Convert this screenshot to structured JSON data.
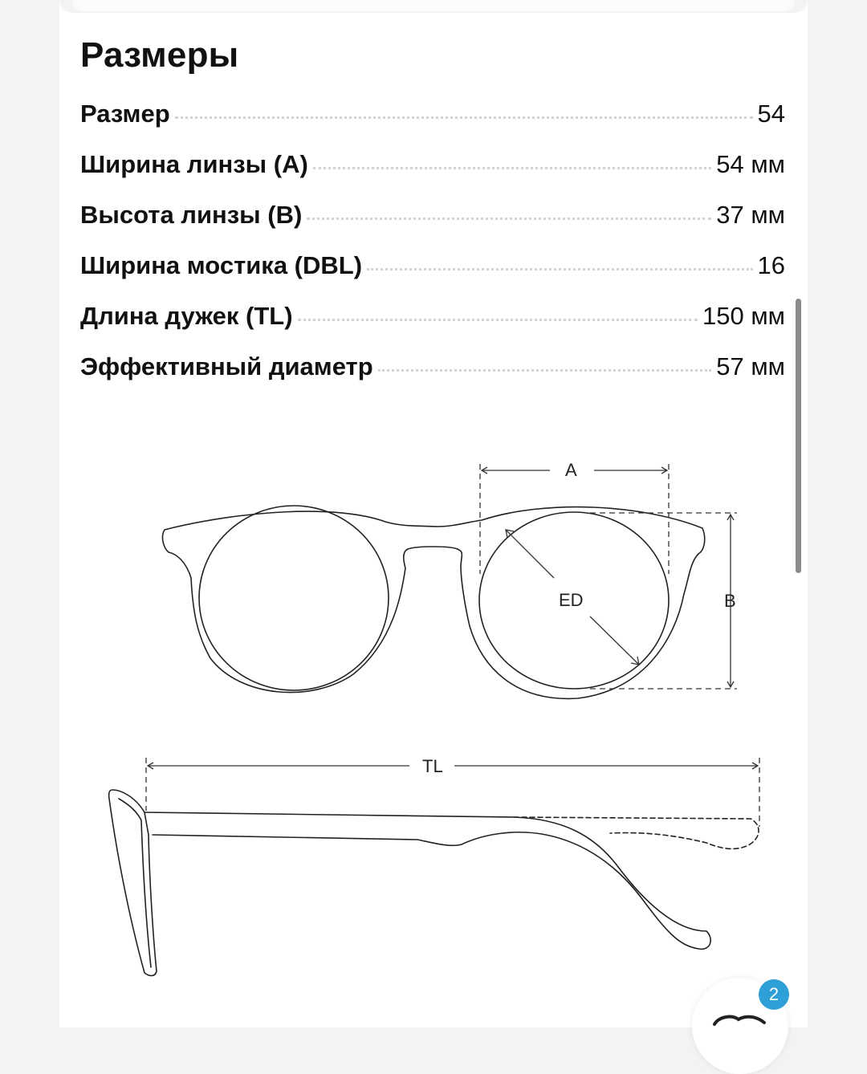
{
  "section": {
    "title": "Размеры"
  },
  "specs": [
    {
      "label": "Размер",
      "value": "54"
    },
    {
      "label": "Ширина линзы (A)",
      "value": "54 мм"
    },
    {
      "label": "Высота линзы (B)",
      "value": "37 мм"
    },
    {
      "label": "Ширина мостика (DBL)",
      "value": "16"
    },
    {
      "label": "Длина дужек (TL)",
      "value": "150 мм"
    },
    {
      "label": "Эффективный диаметр",
      "value": "57 мм"
    }
  ],
  "diagram": {
    "label_a": "A",
    "label_b": "B",
    "label_ed": "ED",
    "label_tl": "TL"
  },
  "badge": {
    "count": "2",
    "color": "#2f9fd8"
  },
  "icons": {
    "fab": "glasses-icon"
  }
}
